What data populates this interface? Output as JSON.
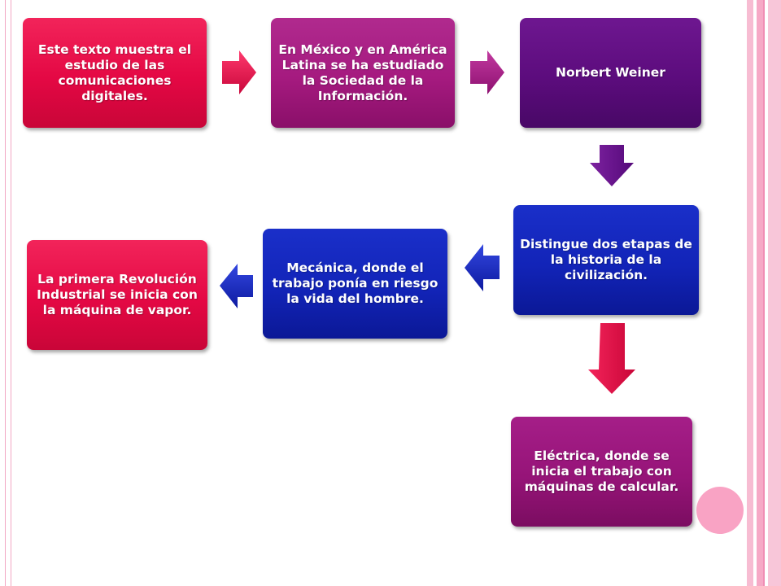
{
  "flowchart": {
    "boxes": [
      {
        "id": "b1",
        "text": "Este texto muestra el estudio de las comunicaciones digitales.",
        "color": "#e40844"
      },
      {
        "id": "b2",
        "text": "En México y en América Latina se ha estudiado la Sociedad de la Información.",
        "color": "#a51a7f"
      },
      {
        "id": "b3",
        "text": "Norbert Weiner",
        "color": "#5c0c7d"
      },
      {
        "id": "b4",
        "text": "Distingue dos etapas de la historia de la civilización.",
        "color": "#1224b8"
      },
      {
        "id": "b5",
        "text": "Mecánica, donde el trabajo ponía en riesgo la vida del hombre.",
        "color": "#1224b8"
      },
      {
        "id": "b6",
        "text": "La primera Revolución Industrial se inicia con la máquina de vapor.",
        "color": "#e40844"
      },
      {
        "id": "b7",
        "text": "Eléctrica, donde  se inicia el trabajo con máquinas de calcular.",
        "color": "#961478"
      }
    ],
    "arrows": [
      {
        "from": "b1",
        "to": "b2",
        "direction": "right",
        "color": "#e8134f"
      },
      {
        "from": "b2",
        "to": "b3",
        "direction": "right",
        "color": "#a51a7f"
      },
      {
        "from": "b3",
        "to": "b4",
        "direction": "down",
        "color": "#6a1288"
      },
      {
        "from": "b4",
        "to": "b5",
        "direction": "left",
        "color": "#1a2fc9"
      },
      {
        "from": "b5",
        "to": "b6",
        "direction": "left",
        "color": "#1a2fc9"
      },
      {
        "from": "b4",
        "to": "b7",
        "direction": "down",
        "color": "#e40844"
      }
    ]
  },
  "theme": {
    "frame_color": "#f6a9c6",
    "accent_circle": "#f9a3c4"
  }
}
